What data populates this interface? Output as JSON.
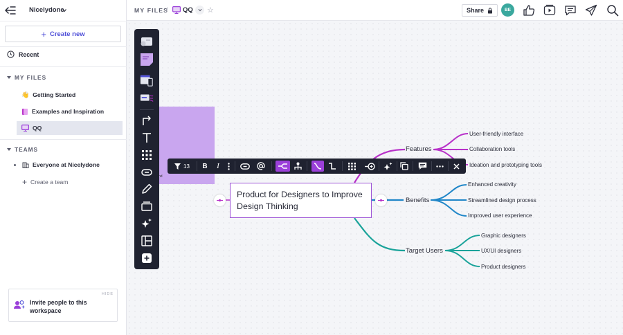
{
  "workspace": {
    "name": "Nicelydone"
  },
  "sidebar": {
    "create_label": "Create new",
    "recent_label": "Recent",
    "my_files_label": "MY FILES",
    "files": [
      {
        "label": "Getting Started",
        "icon": "wave-emoji-icon"
      },
      {
        "label": "Examples and Inspiration",
        "icon": "book-icon"
      },
      {
        "label": "QQ",
        "icon": "board-icon",
        "active": true
      }
    ],
    "teams_label": "TEAMS",
    "team_item": "Everyone at Nicelydone",
    "create_team_label": "Create a team",
    "invite": {
      "text": "Invite people to this workspace",
      "hide_label": "HIDE"
    }
  },
  "header": {
    "breadcrumb": "MY FILES",
    "separator": "/",
    "board_name": "QQ",
    "share_label": "Share",
    "avatar_initials": "BE"
  },
  "toolbar": {
    "font_size": "13"
  },
  "mindmap": {
    "root": "Product for Designers to Improve Design Thinking",
    "branches": [
      {
        "label": "Features",
        "color": "#b832c9",
        "leaves": [
          "User-friendly interface",
          "Collaboration tools",
          "Ideation and prototyping tools"
        ]
      },
      {
        "label": "Benefits",
        "color": "#1f86c8",
        "leaves": [
          "Enhanced creativity",
          "Streamlined design process",
          "Improved user experience"
        ]
      },
      {
        "label": "Target Users",
        "color": "#1aa39a",
        "leaves": [
          "Graphic designers",
          "UX/UI designers",
          "Product designers"
        ]
      }
    ]
  },
  "sticky": {
    "fragment_text": "nd"
  },
  "colors": {
    "accent": "#4f4fd8",
    "toolbar_bg": "#1f2230",
    "active_tool": "#9b40d9",
    "sticky": "#c9a6ef",
    "avatar": "#3aa89e"
  }
}
